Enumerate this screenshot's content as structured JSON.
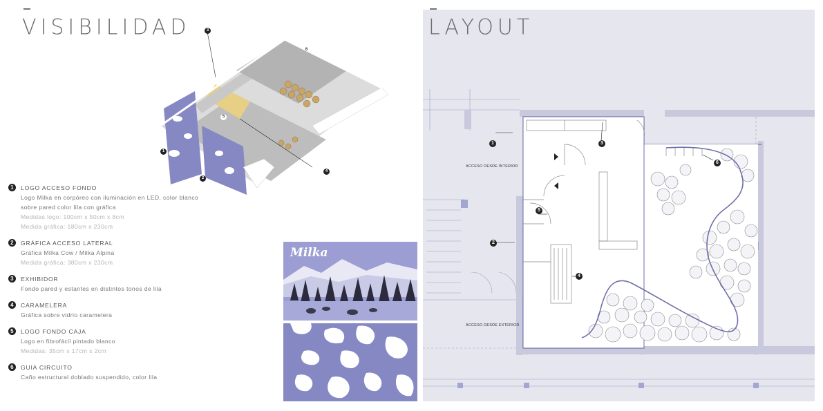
{
  "left": {
    "title": "VISIBILIDAD",
    "items": [
      {
        "num": "1",
        "heading": "LOGO ACCESO FONDO",
        "lines": [
          "Logo Milka en corpóreo con iluminación en LED, color blanco",
          "sobre pared color lila con gráfica"
        ],
        "measures": [
          "Medidas logo: 100cm x 50cm x 8cm",
          "Medida gráfica: 180cm x 230cm"
        ]
      },
      {
        "num": "2",
        "heading": "GRÁFICA ACCESO LATERAL",
        "lines": [
          "Gráfica Milka Cow / Milka Alpina"
        ],
        "measures": [
          "Medida gráfica: 380cm x 230cm"
        ]
      },
      {
        "num": "3",
        "heading": "EXHIBIDOR",
        "lines": [
          "Fondo pared y estantes en distintos tonos de lila"
        ],
        "measures": []
      },
      {
        "num": "4",
        "heading": "CARAMELERA",
        "lines": [
          "Gráfica sobre vidrio caramelera"
        ],
        "measures": []
      },
      {
        "num": "5",
        "heading": "LOGO FONDO CAJA",
        "lines": [
          "Logo en fibrofácil pintado blanco"
        ],
        "measures": [
          "Medidas: 35cm x 17cm x 2cm"
        ]
      },
      {
        "num": "6",
        "heading": "GUIA CIRCUITO",
        "lines": [
          "Caño estructural doblado suspendido, color lila"
        ],
        "measures": []
      }
    ],
    "render_callouts": [
      "1",
      "2",
      "3",
      "4",
      "5",
      "6"
    ],
    "photo_brand": "Milka"
  },
  "right": {
    "title": "LAYOUT",
    "labels": {
      "acceso_interior": "ACCESO DESDE INTERIOR",
      "acceso_exterior": "ACCESO DESDE EXTERIOR"
    },
    "callouts": [
      "1",
      "2",
      "3",
      "4",
      "5",
      "6"
    ]
  },
  "colors": {
    "lilac": "#8688c3",
    "plan_bg": "#e6e6ee",
    "line": "#6e6fa8"
  }
}
